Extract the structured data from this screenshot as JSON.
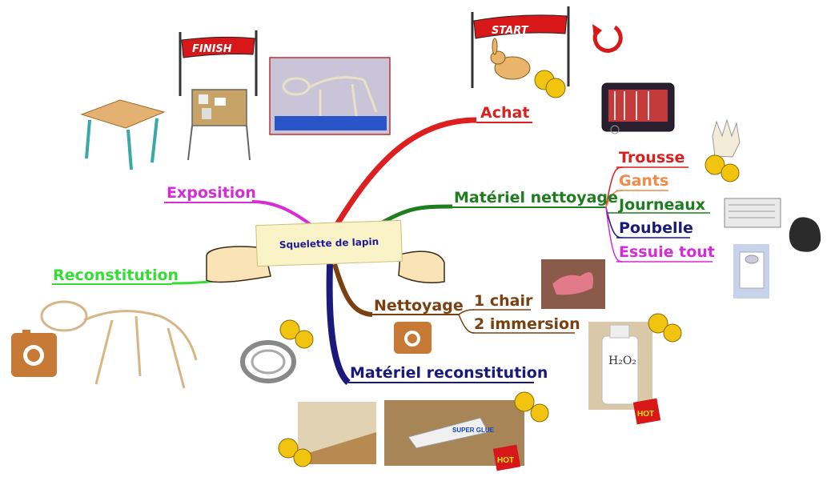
{
  "central_topic": "Squelette de lapin",
  "branches": {
    "achat": {
      "label": "Achat",
      "color": "#dd1f1f"
    },
    "materiel_nettoyage": {
      "label": "Matériel nettoyage",
      "color": "#1e7d1e",
      "items": [
        {
          "label": "Trousse",
          "color": "#dd1f1f"
        },
        {
          "label": "Gants",
          "color": "#ef8a4a"
        },
        {
          "label": "Journeaux",
          "color": "#1e7d1e"
        },
        {
          "label": "Poubelle",
          "color": "#1a1a7a"
        },
        {
          "label": "Essuie tout",
          "color": "#d62bd6"
        }
      ]
    },
    "nettoyage": {
      "label": "Nettoyage",
      "color": "#7a4010",
      "items": [
        {
          "label": "1 chair",
          "color": "#7a4010"
        },
        {
          "label": "2 immersion",
          "color": "#7a4010"
        }
      ]
    },
    "materiel_reconstitution": {
      "label": "Matériel reconstitution",
      "color": "#1a1a7a"
    },
    "reconstitution": {
      "label": "Reconstitution",
      "color": "#33dd33"
    },
    "exposition": {
      "label": "Exposition",
      "color": "#d62bd6"
    }
  },
  "banners": {
    "start": "START",
    "finish": "FINISH"
  },
  "hot_label": "HOT",
  "h2o2_label": "H₂O₂",
  "glue_label": "SUPER GLUE",
  "icons": [
    "refresh-icon",
    "camera-icon",
    "coins-icon",
    "start-flag-icon",
    "finish-flag-icon",
    "hand-icon"
  ]
}
